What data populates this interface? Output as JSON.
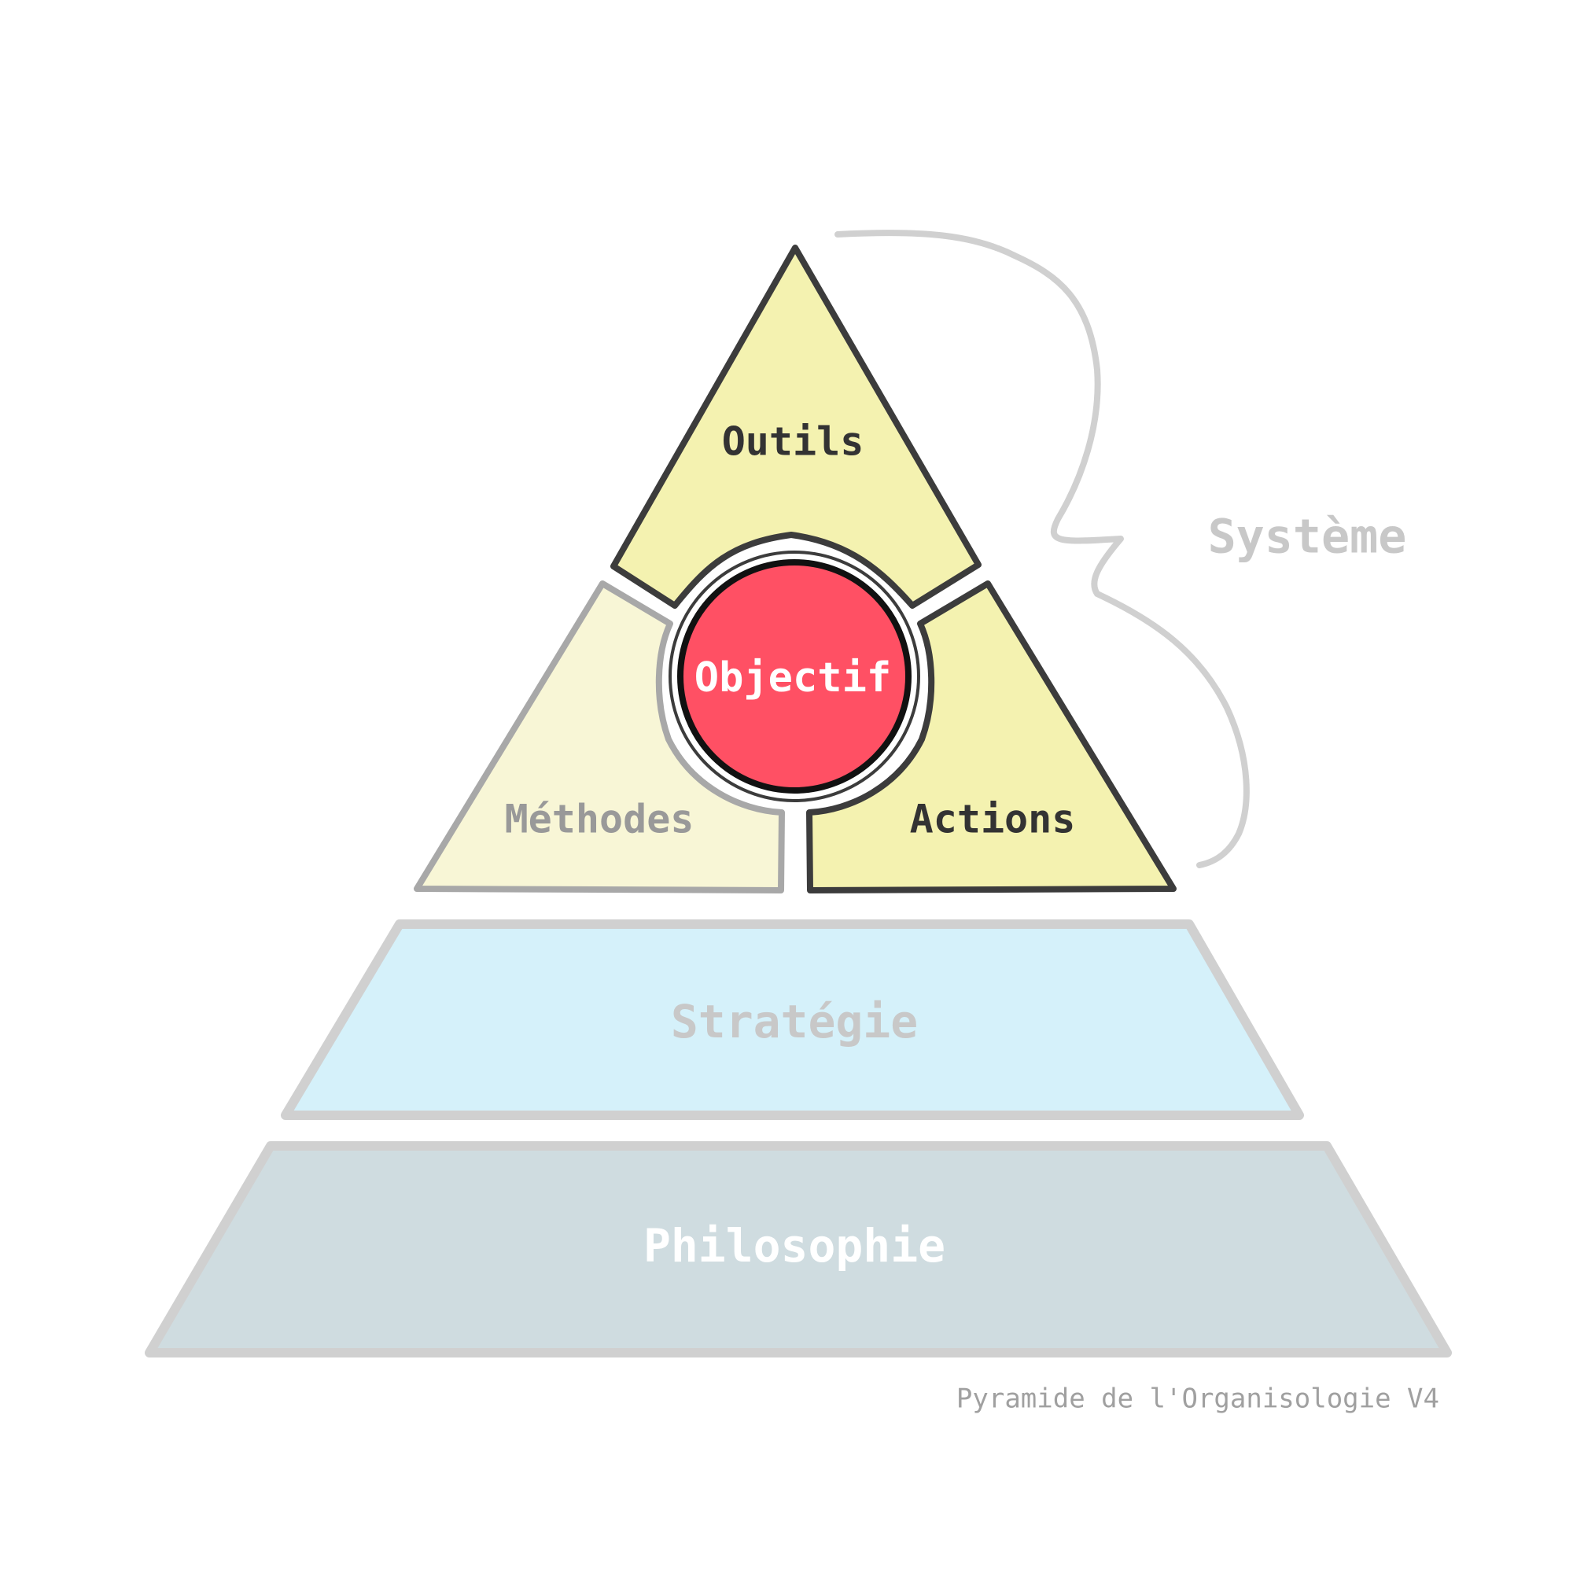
{
  "pyramid": {
    "top": {
      "outils": {
        "label": "Outils"
      },
      "methodes": {
        "label": "Méthodes"
      },
      "actions": {
        "label": "Actions"
      },
      "objectif": {
        "label": "Objectif"
      }
    },
    "middle": {
      "label": "Stratégie"
    },
    "base": {
      "label": "Philosophie"
    }
  },
  "systeme": {
    "label": "Système"
  },
  "caption": "Pyramide de l'Organisologie V4",
  "colors": {
    "outils_fill": "#F4F2B0",
    "actions_fill": "#F4F2B0",
    "methodes_fill": "#F8F6D6",
    "objectif_fill": "#FF5064",
    "strategie_fill": "#D5F1FA",
    "philosophie_fill": "#CFDCE0",
    "dark_stroke": "#3C3C3C",
    "grey_stroke": "#A8A8A8",
    "light_stroke": "#D0D0D0"
  }
}
